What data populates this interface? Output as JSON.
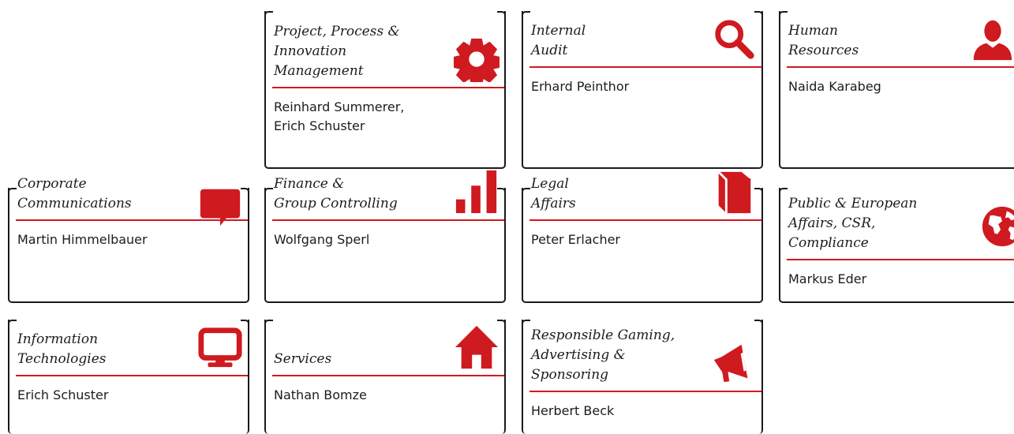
{
  "colors": {
    "accent": "#cf1a20",
    "border": "#1a1a1a",
    "text": "#1c1c1c"
  },
  "cards": [
    {
      "title": "Project, Process &\nInnovation\nManagement",
      "name": "Reinhard Summerer,\nErich Schuster",
      "icon": "gear-icon"
    },
    {
      "title": "Internal\nAudit",
      "name": "Erhard Peinthor",
      "icon": "magnifier-icon"
    },
    {
      "title": "Human\nResources",
      "name": "Naida Karabeg",
      "icon": "person-icon"
    },
    {
      "title": "Corporate\nCommunications",
      "name": "Martin Himmelbauer",
      "icon": "speech-bubble-icon"
    },
    {
      "title": "Finance &\nGroup Controlling",
      "name": "Wolfgang Sperl",
      "icon": "bar-chart-icon"
    },
    {
      "title": "Legal\nAffairs",
      "name": "Peter Erlacher",
      "icon": "book-icon"
    },
    {
      "title": "Public & European\nAffairs, CSR,\nCompliance",
      "name": "Markus Eder",
      "icon": "globe-icon"
    },
    {
      "title": "Information\nTechnologies",
      "name": "Erich Schuster",
      "icon": "monitor-icon"
    },
    {
      "title": "Services",
      "name": "Nathan Bomze",
      "icon": "house-icon"
    },
    {
      "title": "Responsible Gaming,\nAdvertising &\nSponsoring",
      "name": "Herbert Beck",
      "icon": "megaphone-icon"
    }
  ]
}
